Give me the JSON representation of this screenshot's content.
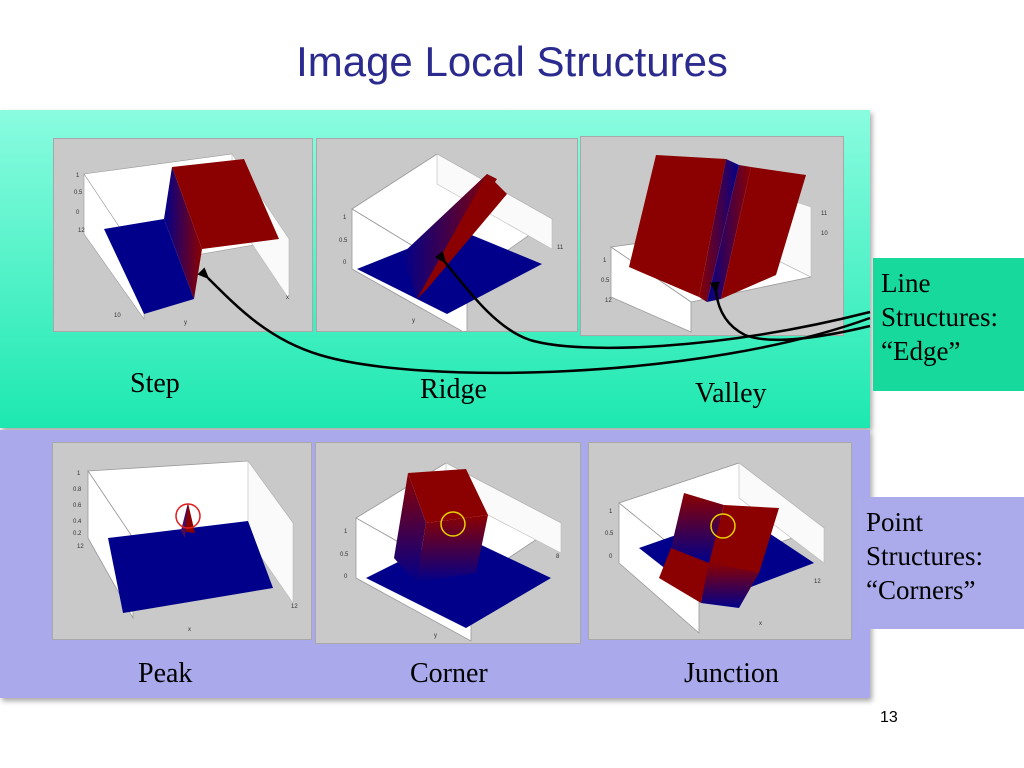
{
  "slide": {
    "title": "Image Local Structures",
    "page_number": "13"
  },
  "line_structures": {
    "callout_lines": [
      "Line",
      "Structures:",
      "“Edge”"
    ],
    "captions": [
      "Step",
      "Ridge",
      "Valley"
    ]
  },
  "point_structures": {
    "callout_lines": [
      "Point",
      "Structures:",
      "“Corners”"
    ],
    "captions": [
      "Peak",
      "Corner",
      "Junction"
    ]
  },
  "colors": {
    "title": "#2b2b8f",
    "surface_high": "#8b0000",
    "surface_low": "#00008b",
    "line_panel": "#1de8b0",
    "point_panel": "#a9a9eb",
    "marker_red": "#e02020",
    "marker_yellow": "#e8d000"
  }
}
